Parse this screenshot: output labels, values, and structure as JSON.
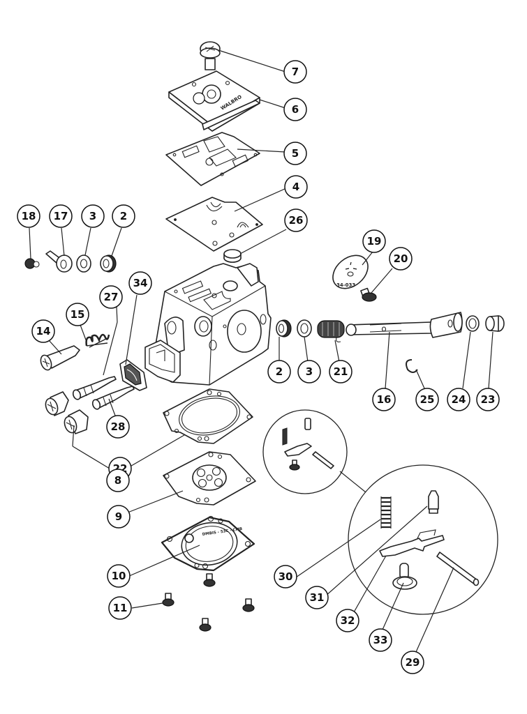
{
  "diagram": {
    "title": "Carburetor exploded parts diagram",
    "cover_marking": "WALBRO",
    "pump_plate_marking": "34-033",
    "diaphragm_marking": "DMBIS - 53C - CMB",
    "callouts": [
      {
        "id": "c7",
        "label": "7",
        "part": "cover-screw"
      },
      {
        "id": "c6",
        "label": "6",
        "part": "pump-cover"
      },
      {
        "id": "c5",
        "label": "5",
        "part": "pump-gasket"
      },
      {
        "id": "c4",
        "label": "4",
        "part": "pump-diaphragm"
      },
      {
        "id": "c26",
        "label": "26",
        "part": "inlet-screen"
      },
      {
        "id": "c18",
        "label": "18",
        "part": "lever-nut"
      },
      {
        "id": "c17",
        "label": "17",
        "part": "choke-lever"
      },
      {
        "id": "c3a",
        "label": "3",
        "part": "washer"
      },
      {
        "id": "c2a",
        "label": "2",
        "part": "seal"
      },
      {
        "id": "c19",
        "label": "19",
        "part": "throttle-plate"
      },
      {
        "id": "c20",
        "label": "20",
        "part": "throttle-plate-screw"
      },
      {
        "id": "c34",
        "label": "34",
        "part": "intake-seal"
      },
      {
        "id": "c27",
        "label": "27",
        "part": "low-speed-needle"
      },
      {
        "id": "c15",
        "label": "15",
        "part": "idle-spring"
      },
      {
        "id": "c14",
        "label": "14",
        "part": "idle-screw"
      },
      {
        "id": "c28",
        "label": "28",
        "part": "high-speed-needle"
      },
      {
        "id": "c22",
        "label": "22",
        "part": "limiter-caps"
      },
      {
        "id": "c2b",
        "label": "2",
        "part": "seal"
      },
      {
        "id": "c3b",
        "label": "3",
        "part": "washer"
      },
      {
        "id": "c21",
        "label": "21",
        "part": "throttle-spring"
      },
      {
        "id": "c16",
        "label": "16",
        "part": "throttle-shaft"
      },
      {
        "id": "c25",
        "label": "25",
        "part": "e-clip"
      },
      {
        "id": "c24",
        "label": "24",
        "part": "shaft-washer"
      },
      {
        "id": "c23",
        "label": "23",
        "part": "shaft-bushing"
      },
      {
        "id": "c8",
        "label": "8",
        "part": "metering-gasket"
      },
      {
        "id": "c9",
        "label": "9",
        "part": "metering-diaphragm"
      },
      {
        "id": "c10",
        "label": "10",
        "part": "metering-cover"
      },
      {
        "id": "c11",
        "label": "11",
        "part": "cover-screws"
      },
      {
        "id": "c30",
        "label": "30",
        "part": "metering-spring"
      },
      {
        "id": "c31",
        "label": "31",
        "part": "inlet-needle"
      },
      {
        "id": "c32",
        "label": "32",
        "part": "metering-lever"
      },
      {
        "id": "c33",
        "label": "33",
        "part": "lever-screw"
      },
      {
        "id": "c29",
        "label": "29",
        "part": "lever-pin"
      }
    ]
  }
}
